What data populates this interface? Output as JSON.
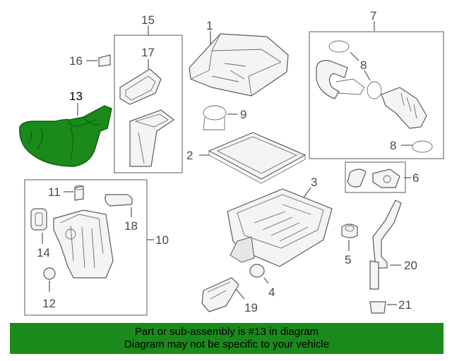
{
  "highlight_color": "#1a8a1a",
  "highlighted_part": "13",
  "callouts": {
    "c1": "1",
    "c2": "2",
    "c3": "3",
    "c4": "4",
    "c5": "5",
    "c6": "6",
    "c7": "7",
    "c8a": "8",
    "c8b": "8",
    "c9": "9",
    "c10": "10",
    "c11": "11",
    "c12": "12",
    "c13": "13",
    "c14": "14",
    "c15": "15",
    "c16": "16",
    "c17": "17",
    "c18": "18",
    "c19": "19",
    "c20": "20",
    "c21": "21"
  },
  "footer": {
    "line1": "Part or sub-assembly is #13 in diagram",
    "line2": "Diagram may not be specific to your vehicle"
  }
}
